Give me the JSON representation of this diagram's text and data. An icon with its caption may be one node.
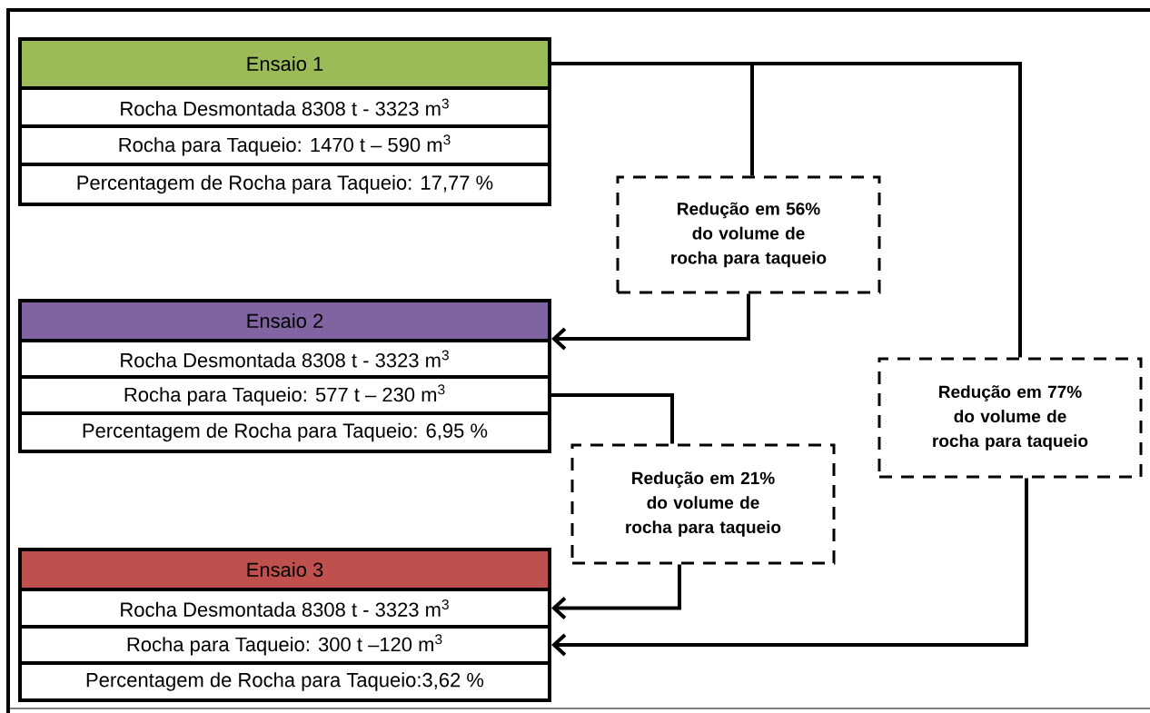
{
  "diagram": {
    "nodes": [
      {
        "text": [
          "Ensaio 1"
        ]
      },
      {
        "text": [
          "Rocha Desmontada 8308 t - 3323 m$^{3}$"
        ]
      },
      {
        "text": [
          "Rocha para Taqueio: 1470 t – 590 m$^{3}$"
        ]
      },
      {
        "text": [
          "Percentagem de Rocha para Taqueio: 17,77 %"
        ]
      },
      {
        "text": [
          "Ensaio 2"
        ]
      },
      {
        "text": [
          "Rocha Desmontada 8308 t - 3323 m$^{3}$"
        ]
      },
      {
        "text": [
          "Rocha para Taqueio: 577 t – 230 m$^{3}$"
        ]
      },
      {
        "text": [
          "Percentagem de Rocha para Taqueio: 6,95 %"
        ]
      },
      {
        "text": [
          "Ensaio 3"
        ]
      },
      {
        "text": [
          "Rocha Desmontada 8308 t - 3323 m$^{3}$"
        ]
      },
      {
        "text": [
          "Rocha para Taqueio: 300 t –120 m$^{3}$"
        ]
      },
      {
        "text": [
          "Percentagem de Rocha para Taqueio:3,62 %"
        ]
      },
      {
        "text": [
          "Redução em 56% do volume de rocha para taqueio"
        ]
      },
      {
        "text": [
          "Redução em 21% do volume de rocha para taqueio"
        ]
      },
      {
        "text": [
          "Redução em 77% do volume de rocha para taqueio"
        ]
      }
    ],
    "edges": [
      {
        "from": 0,
        "to": 12,
        "arrow": "none"
      },
      {
        "from": 0,
        "to": 14,
        "arrow": "none"
      },
      {
        "from": 12,
        "to": 5,
        "arrow": "to"
      },
      {
        "from": 6,
        "to": 13,
        "arrow": "none"
      },
      {
        "from": 13,
        "to": 9,
        "arrow": "to"
      },
      {
        "from": 14,
        "to": 10,
        "arrow": "to"
      }
    ]
  }
}
